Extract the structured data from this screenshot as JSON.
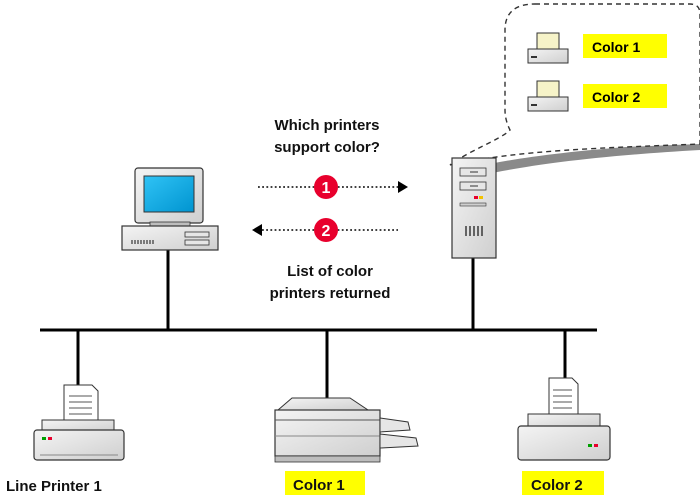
{
  "question": {
    "line1": "Which printers",
    "line2": "support color?"
  },
  "answer": {
    "line1": "List of color",
    "line2": "printers returned"
  },
  "steps": [
    "1",
    "2"
  ],
  "callout": {
    "items": [
      "Color 1",
      "Color 2"
    ]
  },
  "printers": [
    "Line Printer 1",
    "Color 1",
    "Color 2"
  ],
  "colors": {
    "highlight": "#ffff00",
    "step_badge": "#e8002d",
    "monitor_screen": "#00a6e0",
    "callout_shadow": "#8a8a8a"
  }
}
